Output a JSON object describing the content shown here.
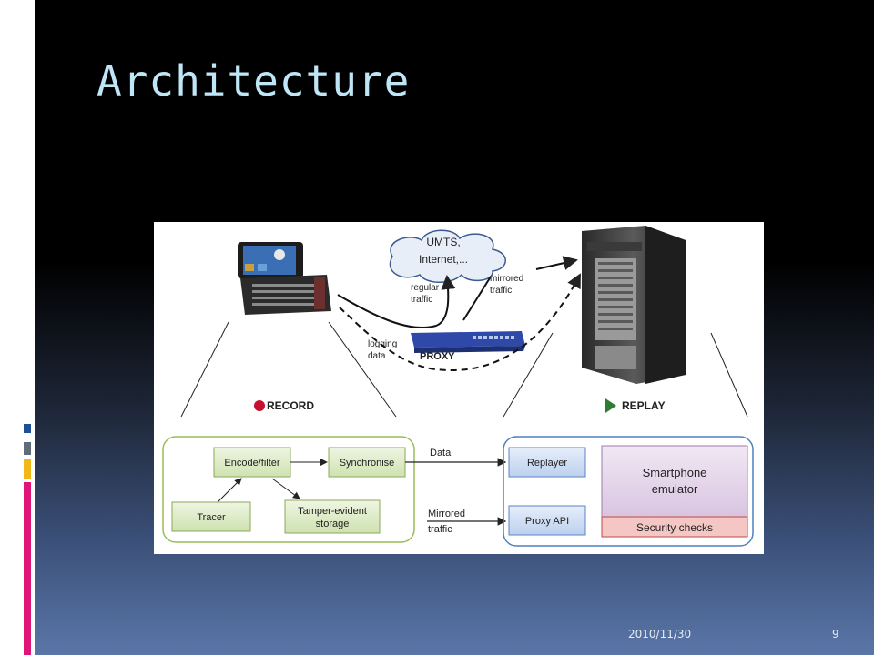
{
  "slide": {
    "title": "Architecture",
    "date": "2010/11/30",
    "page_number": "9"
  },
  "diagram": {
    "cloud_label_line1": "UMTS,",
    "cloud_label_line2": "Internet,...",
    "regular_traffic_line1": "regular",
    "regular_traffic_line2": "traffic",
    "mirrored_traffic_line1": "mirrored",
    "mirrored_traffic_line2": "traffic",
    "logging_data_line1": "logging",
    "logging_data_line2": "data",
    "proxy_label": "PROXY",
    "record_label": "RECORD",
    "replay_label": "REPLAY",
    "encode_filter": "Encode/filter",
    "synchronise": "Synchronise",
    "tracer": "Tracer",
    "tamper_line1": "Tamper-evident",
    "tamper_line2": "storage",
    "data_label": "Data",
    "mirrored_line1": "Mirrored",
    "mirrored_line2": "traffic",
    "replayer": "Replayer",
    "proxy_api": "Proxy API",
    "emulator_line1": "Smartphone",
    "emulator_line2": "emulator",
    "security_checks": "Security checks"
  },
  "colors": {
    "record_red": "#c8102e",
    "replay_green": "#2e7d32",
    "record_border": "#9bbb59",
    "replay_border": "#4f81bd",
    "title": "#bfe6f7"
  }
}
